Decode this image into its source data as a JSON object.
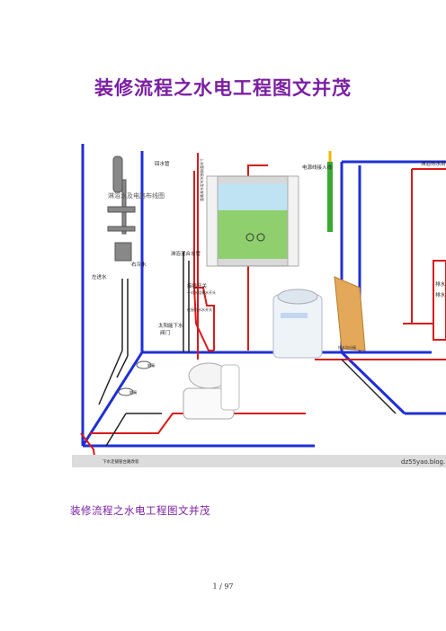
{
  "page": {
    "title": "装修流程之水电工程图文并茂",
    "caption": "装修流程之水电工程图文并茂",
    "page_number": "1 / 97"
  },
  "figure": {
    "watermark": "dz55yao.blog.",
    "labels": {
      "shower_title": "淋浴水及电路布线图",
      "hot_return": "回水管",
      "vertical_wire": "上水管线接水水龙头安装管",
      "power_dot": "电源线接入线",
      "cold_left": "左进水",
      "cold_right": "右冷水",
      "mixer_feed": "淋浴混合水管",
      "switch": "接插开关",
      "switch_note_1": "一对水组装水开头",
      "switch_note_2": "在接机水水开头",
      "drain": "太阳能下水",
      "drain_2": "阀门",
      "floor_drain_1": "地漏",
      "floor_drain_2": "地漏",
      "washer_socket": "排水沟分接",
      "right_top": "淋浴热水用",
      "right_box_1": "排水",
      "right_box_2": "排水",
      "bottom_pipe": "下水走铺管台路改装"
    }
  }
}
